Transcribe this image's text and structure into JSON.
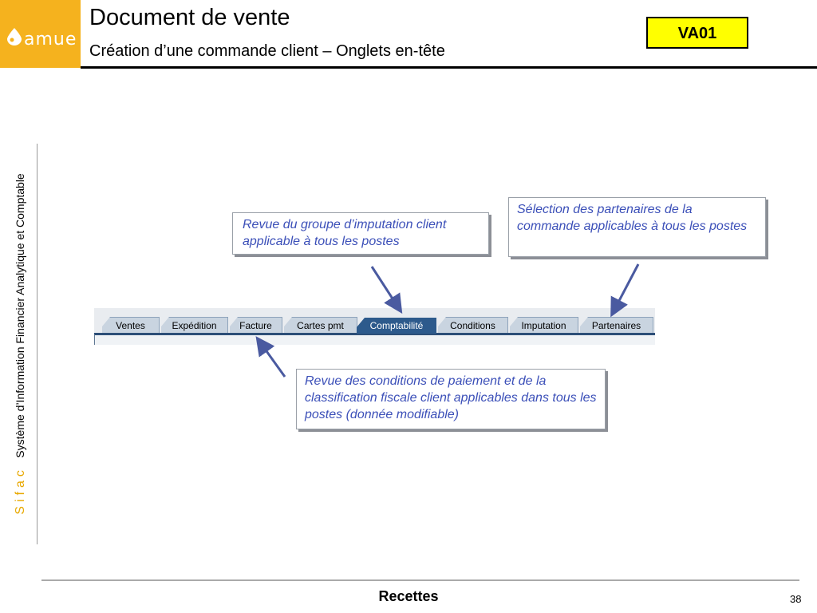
{
  "header": {
    "logo_text": "amue",
    "title": "Document de vente",
    "subtitle": "Création d’une commande client – Onglets en-tête",
    "transaction_code": "VA01"
  },
  "side_band": {
    "brand": "Sifac",
    "text": "Système d’Information Financier Analytique et Comptable"
  },
  "tabs": [
    {
      "label": "Ventes",
      "active": false
    },
    {
      "label": "Expédition",
      "active": false
    },
    {
      "label": "Facture",
      "active": false
    },
    {
      "label": "Cartes pmt",
      "active": false
    },
    {
      "label": "Comptabilité",
      "active": true
    },
    {
      "label": "Conditions",
      "active": false
    },
    {
      "label": "Imputation",
      "active": false
    },
    {
      "label": "Partenaires",
      "active": false
    }
  ],
  "callouts": {
    "imputation": "Revue du groupe d’imputation client applicable à tous les postes",
    "partenaires": "Sélection des partenaires de la commande applicables à tous les postes",
    "conditions": "Revue des conditions de paiement et de la classification fiscale client applicables dans tous les postes (donnée modifiable)"
  },
  "colors": {
    "logo_orange": "#f5b21e",
    "badge_yellow": "#ffff00",
    "callout_text": "#3b4fb8",
    "active_tab": "#2d5a8c",
    "tab": "#c9d4e0",
    "arrow": "#4a5aa0"
  },
  "footer": {
    "title": "Recettes",
    "page_number": "38"
  }
}
